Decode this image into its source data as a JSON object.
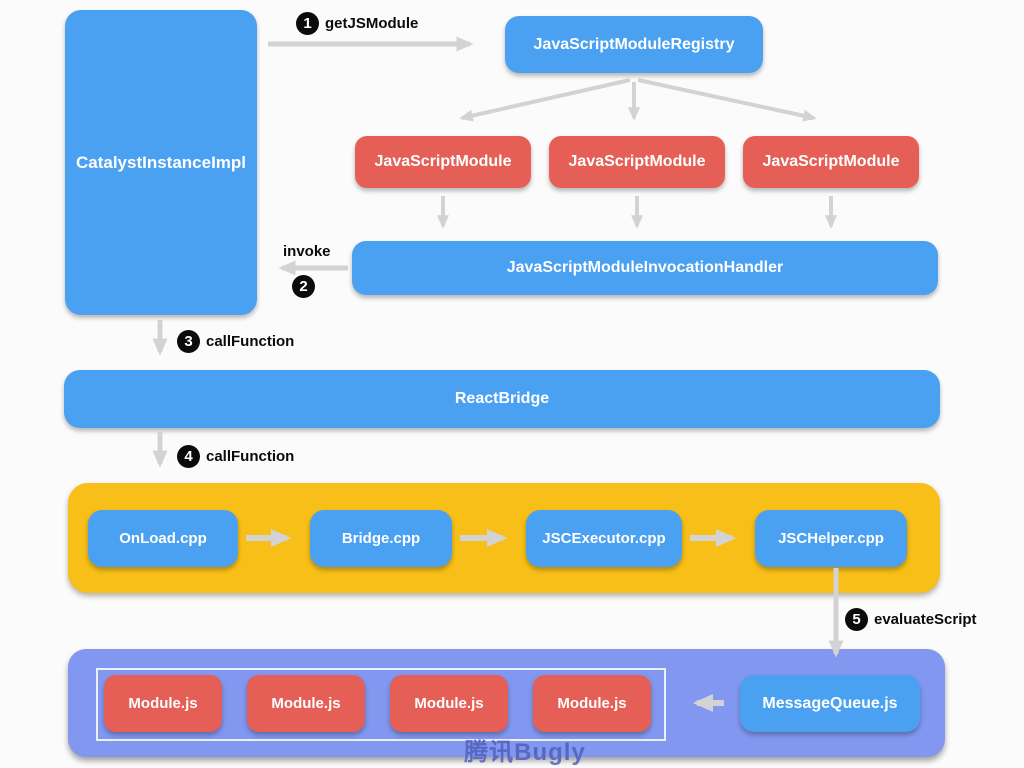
{
  "nodes": {
    "catalyst": "CatalystInstanceImpl",
    "registry": "JavaScriptModuleRegistry",
    "js_modules": [
      "JavaScriptModule",
      "JavaScriptModule",
      "JavaScriptModule"
    ],
    "handler": "JavaScriptModuleInvocationHandler",
    "react_bridge": "ReactBridge",
    "cpp_chain": [
      "OnLoad.cpp",
      "Bridge.cpp",
      "JSCExecutor.cpp",
      "JSCHelper.cpp"
    ],
    "js_files": [
      "Module.js",
      "Module.js",
      "Module.js",
      "Module.js"
    ],
    "message_queue": "MessageQueue.js"
  },
  "steps": [
    {
      "num": "1",
      "label": "getJSModule"
    },
    {
      "num": "2",
      "label": "invoke"
    },
    {
      "num": "3",
      "label": "callFunction"
    },
    {
      "num": "4",
      "label": "callFunction"
    },
    {
      "num": "5",
      "label": "evaluateScript"
    }
  ],
  "watermark": "腾讯Bugly",
  "colors": {
    "node_blue": "#4ba1f1",
    "node_red": "#e65f56",
    "container_yellow": "#f7bf17",
    "container_purple": "#8297f0",
    "arrow_gray": "#d3d3d3",
    "badge_black": "#0b0b0b",
    "watermark_blue": "#505fb9"
  }
}
